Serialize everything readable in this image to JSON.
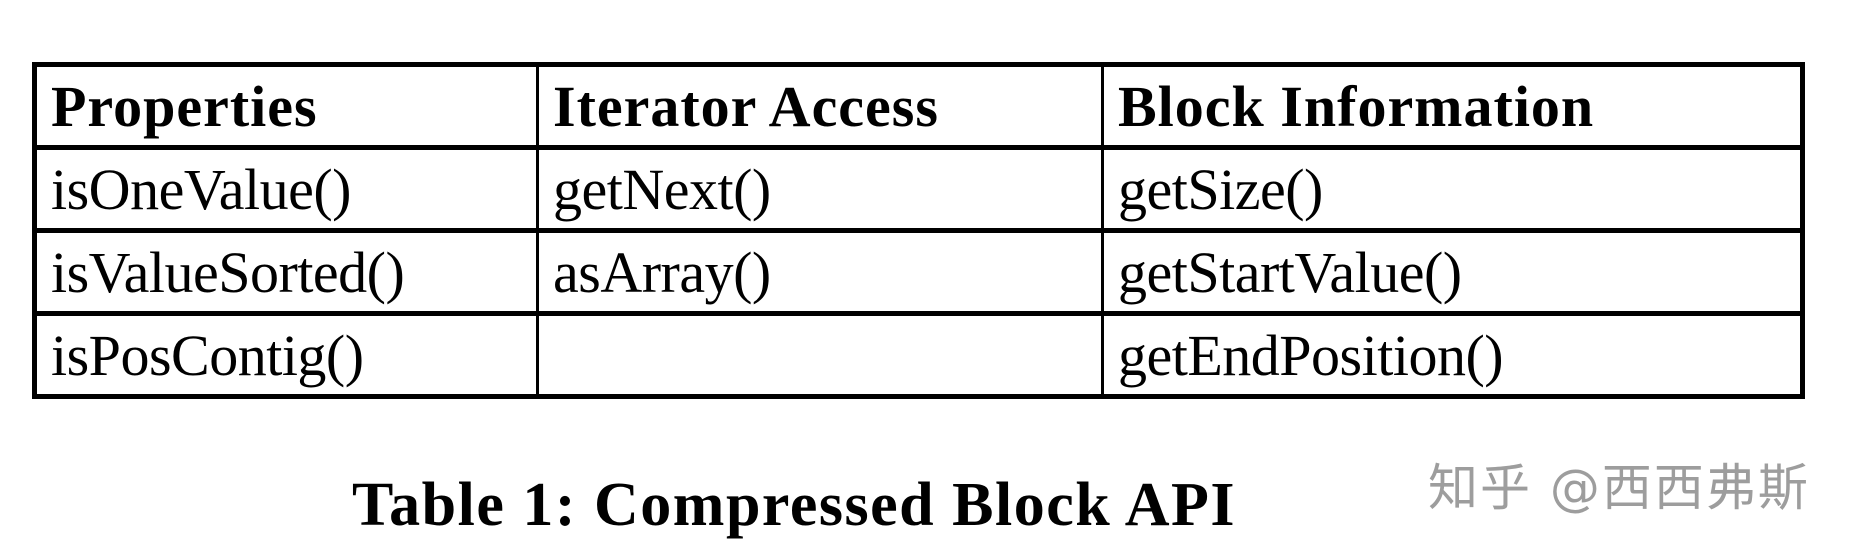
{
  "table": {
    "headers": [
      "Properties",
      "Iterator Access",
      "Block Information"
    ],
    "rows": [
      [
        "isOneValue()",
        "getNext()",
        "getSize()"
      ],
      [
        "isValueSorted()",
        "asArray()",
        "getStartValue()"
      ],
      [
        "isPosContig()",
        "",
        "getEndPosition()"
      ]
    ]
  },
  "caption": "Table 1: Compressed Block API",
  "watermark": "知乎 @西西弗斯"
}
